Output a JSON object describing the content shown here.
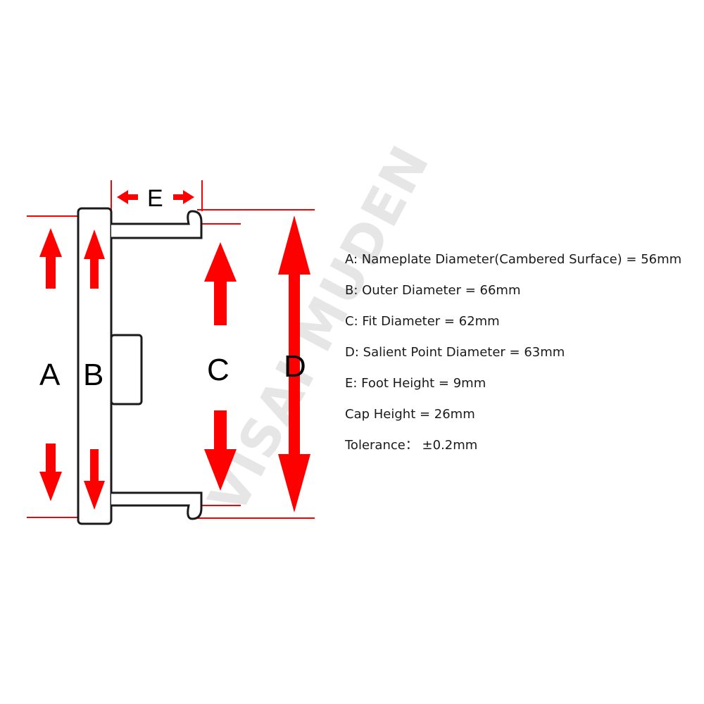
{
  "diagram": {
    "labels": {
      "A": "A",
      "B": "B",
      "C": "C",
      "D": "D",
      "E": "E"
    },
    "watermark": "VISAI MUDEN",
    "colors": {
      "arrow": "#ff0000",
      "outline": "#1a1a1a",
      "watermark": "#e6e6e6"
    }
  },
  "specs": [
    "A: Nameplate Diameter(Cambered Surface) = 56mm",
    "B: Outer Diameter = 66mm",
    "C: Fit Diameter = 62mm",
    "D: Salient Point Diameter = 63mm",
    "E: Foot Height = 9mm",
    "Cap Height = 26mm",
    "Tolerance：  ±0.2mm"
  ]
}
